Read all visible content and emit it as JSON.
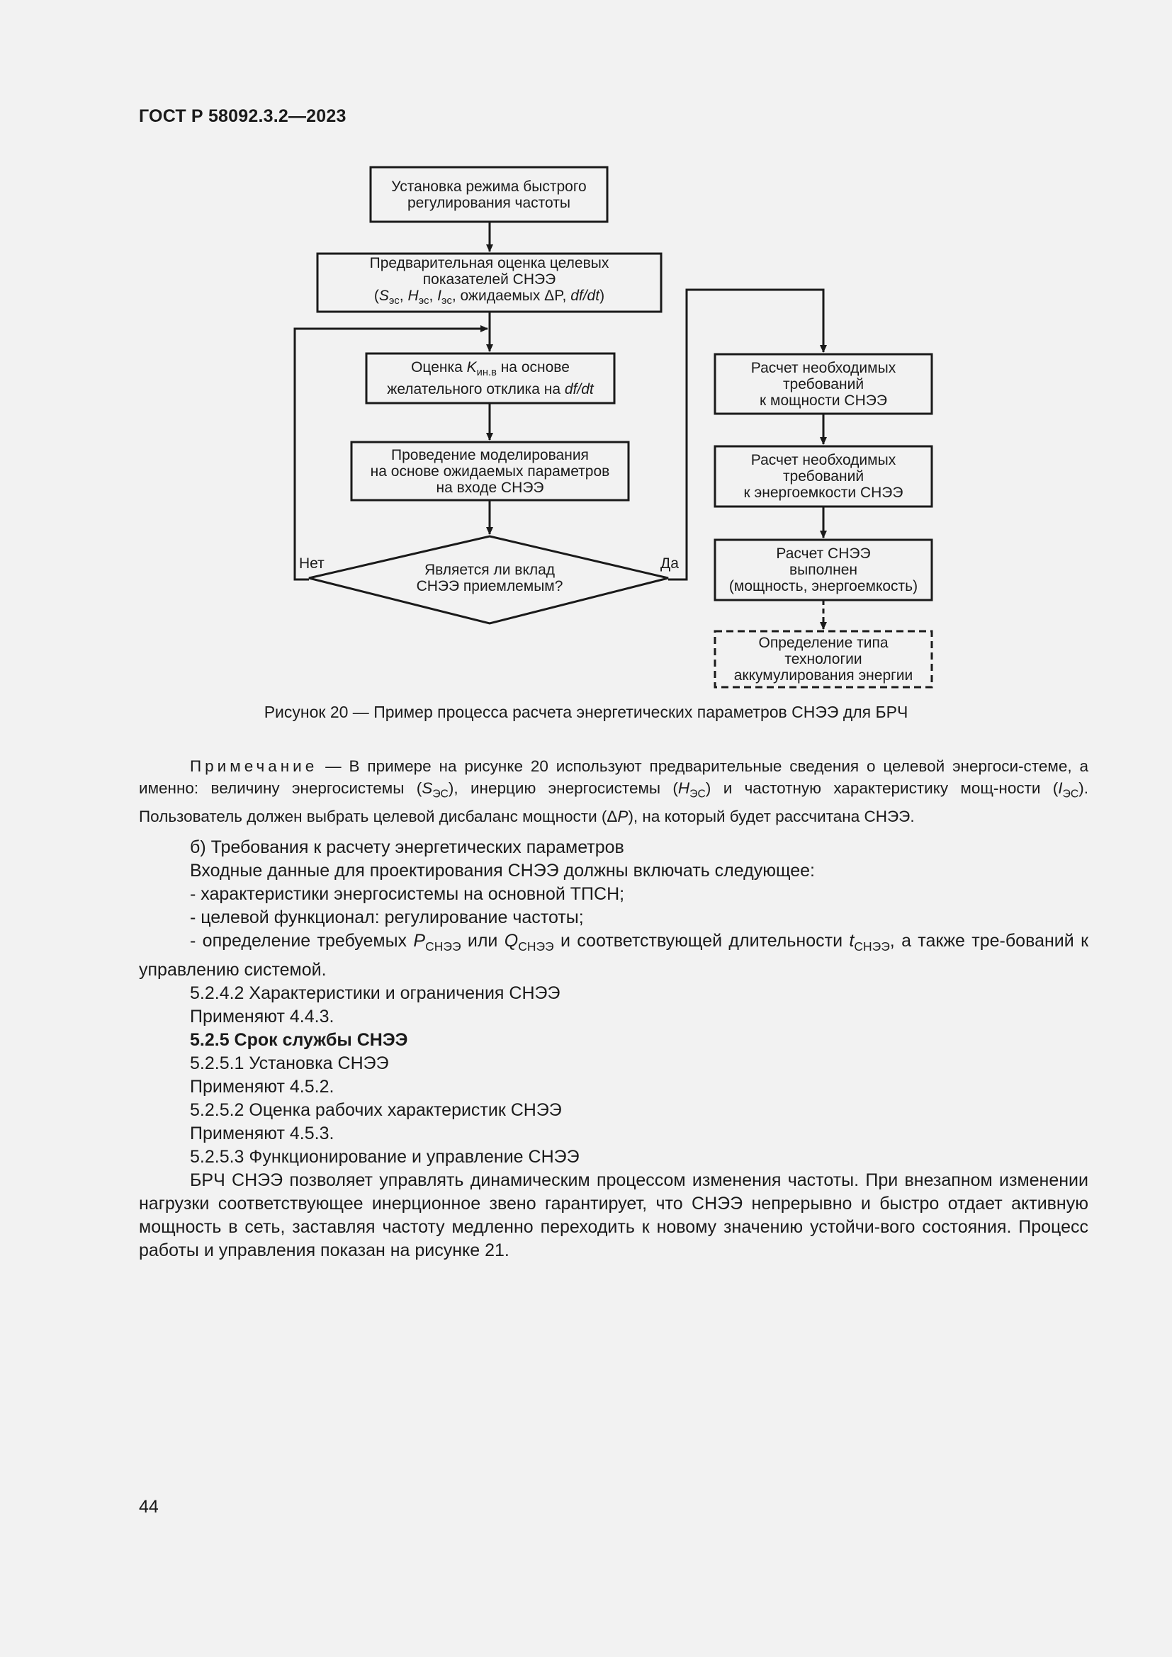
{
  "header": {
    "doc_id": "ГОСТ Р 58092.3.2—2023"
  },
  "flowchart": {
    "box1": {
      "line1": "Установка режима быстрого",
      "line2": "регулирования частоты"
    },
    "box2": {
      "line1": "Предварительная оценка целевых",
      "line2": "показателей СНЭЭ",
      "l3_open": "(",
      "s": "S",
      "s_sub": "эс",
      "sep1": ", ",
      "h": "H",
      "h_sub": "эс",
      "sep2": ", ",
      "i": "I",
      "i_sub": "эс",
      "l3_mid": ", ожидаемых ΔP, ",
      "dfdt": "df/dt",
      "l3_close": ")"
    },
    "box3": {
      "l1_pre": "Оценка ",
      "k": "K",
      "k_sub": "ин.в",
      "l1_post": " на основе",
      "l2_pre": "желательного отклика на ",
      "dfdt": "df/dt"
    },
    "box4": {
      "line1": "Проведение моделирования",
      "line2": "на основе ожидаемых параметров",
      "line3": "на входе СНЭЭ"
    },
    "decision": {
      "line1": "Является ли вклад",
      "line2": "СНЭЭ приемлемым?"
    },
    "label_no": "Нет",
    "label_yes": "Да",
    "r1": {
      "line1": "Расчет необходимых",
      "line2": "требований",
      "line3": "к мощности СНЭЭ"
    },
    "r2": {
      "line1": "Расчет необходимых",
      "line2": "требований",
      "line3": "к энергоемкости СНЭЭ"
    },
    "r3": {
      "line1": "Расчет СНЭЭ",
      "line2": "выполнен",
      "line3": "(мощность, энергоемкость)"
    },
    "r4": {
      "line1": "Определение типа",
      "line2": "технологии",
      "line3": "аккумулирования энергии"
    }
  },
  "caption": "Рисунок 20 — Пример процесса расчета энергетических параметров СНЭЭ для БРЧ",
  "note": {
    "label": "Примечание",
    "t1": " — В примере на рисунке 20 используют предварительные сведения о целевой энергоси-стеме, а именно: величину энергосистемы (",
    "s": "S",
    "s_sub": "ЭС",
    "t2": "), инерцию энергосистемы (",
    "h": "H",
    "h_sub": "ЭС",
    "t3": ") и частотную характеристику мощ-ности (",
    "i": "I",
    "i_sub": "ЭС",
    "t4": "). Пользователь должен выбрать целевой дисбаланс мощности (Δ",
    "p": "P",
    "t5": "), на который будет рассчитана СНЭЭ."
  },
  "paragraphs": {
    "b_title": "б)  Требования к расчету энергетических параметров",
    "input_data": "Входные данные для проектирования СНЭЭ должны включать следующее:",
    "li1": "-  характеристики энергосистемы на основной ТПСН;",
    "li2": "-  целевой функционал: регулирование частоты;",
    "li3": {
      "t1": "-  определение требуемых ",
      "p": "P",
      "p_sub": "СНЭЭ",
      "t2": " или ",
      "q": "Q",
      "q_sub": "СНЭЭ",
      "t3": " и соответствующей длительности ",
      "tt": "t",
      "t_sub": "СНЭЭ",
      "t4": ", а также тре-бований к управлению системой."
    },
    "s5242": "5.2.4.2  Характеристики и ограничения СНЭЭ",
    "apply443": "Применяют 4.4.3.",
    "s525": "5.2.5  Срок службы СНЭЭ",
    "s5251": "5.2.5.1  Установка СНЭЭ",
    "apply452": "Применяют 4.5.2.",
    "s5252": "5.2.5.2  Оценка рабочих характеристик СНЭЭ",
    "apply453": "Применяют 4.5.3.",
    "s5253": "5.2.5.3  Функционирование и управление СНЭЭ",
    "final": "БРЧ СНЭЭ позволяет управлять динамическим процессом изменения частоты. При внезапном изменении нагрузки соответствующее инерционное звено гарантирует, что СНЭЭ непрерывно и быстро отдает активную мощность в сеть, заставляя частоту медленно переходить к новому значению устойчи-вого состояния. Процесс работы и управления показан на рисунке 21."
  },
  "page_number": "44"
}
